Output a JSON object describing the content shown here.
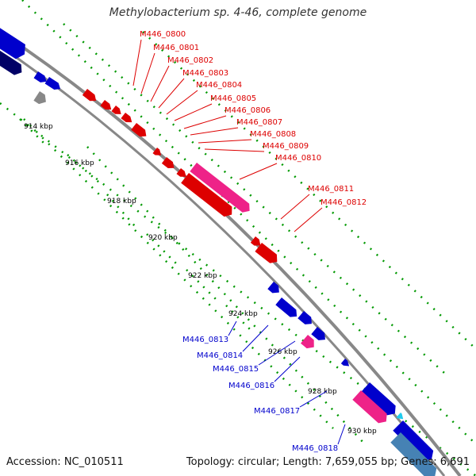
{
  "title": "Methylobacterium sp. 4-46, complete genome",
  "footer": {
    "accession": "Accession: NC_010511",
    "summary": "Topology: circular; Length: 7,659,055 bp; Genes: 6,691"
  },
  "colors": {
    "upper_genes": "#dd0000",
    "lower_genes": "#0000cc",
    "backbone": "#888888",
    "ticks": "#009900",
    "rna": "#ee2288",
    "dark_blue": "#000066",
    "steel_blue": "#4682b4",
    "cyan": "#22ccee"
  },
  "scale_labels": [
    "914 kbp",
    "916 kbp",
    "918 kbp",
    "920 kbp",
    "922 kbp",
    "924 kbp",
    "926 kbp",
    "928 kbp",
    "930 kbp"
  ],
  "upper_labels": [
    "M446_0800",
    "M446_0801",
    "M446_0802",
    "M446_0803",
    "M446_0804",
    "M446_0805",
    "M446_0806",
    "M446_0807",
    "M446_0808",
    "M446_0809",
    "M446_0810",
    "M446_0811",
    "M446_0812"
  ],
  "lower_labels": [
    "M446_0813",
    "M446_0814",
    "M446_0815",
    "M446_0816",
    "M446_0817",
    "M446_0818"
  ]
}
